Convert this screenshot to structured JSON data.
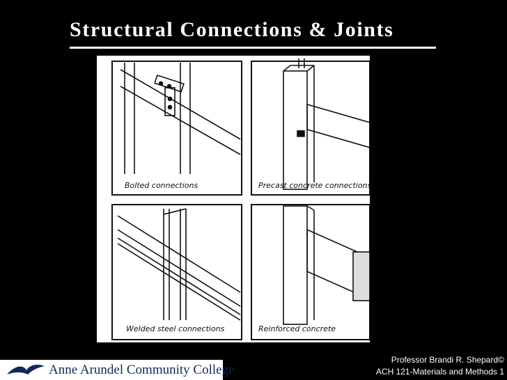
{
  "slide": {
    "title": "Structural Connections & Joints",
    "panels": [
      {
        "label": "Bolted connections"
      },
      {
        "label": "Precast concrete connections"
      },
      {
        "label": "Welded steel connections"
      },
      {
        "label": "Reinforced concrete"
      }
    ]
  },
  "footer": {
    "college": "Anne Arundel Community College",
    "instructor": "Professor Brandi R. Shepard©",
    "course": "ACH 121-Materials and Methods 1"
  },
  "colors": {
    "background": "#000000",
    "title": "#ffffff",
    "college_text": "#14275a"
  }
}
